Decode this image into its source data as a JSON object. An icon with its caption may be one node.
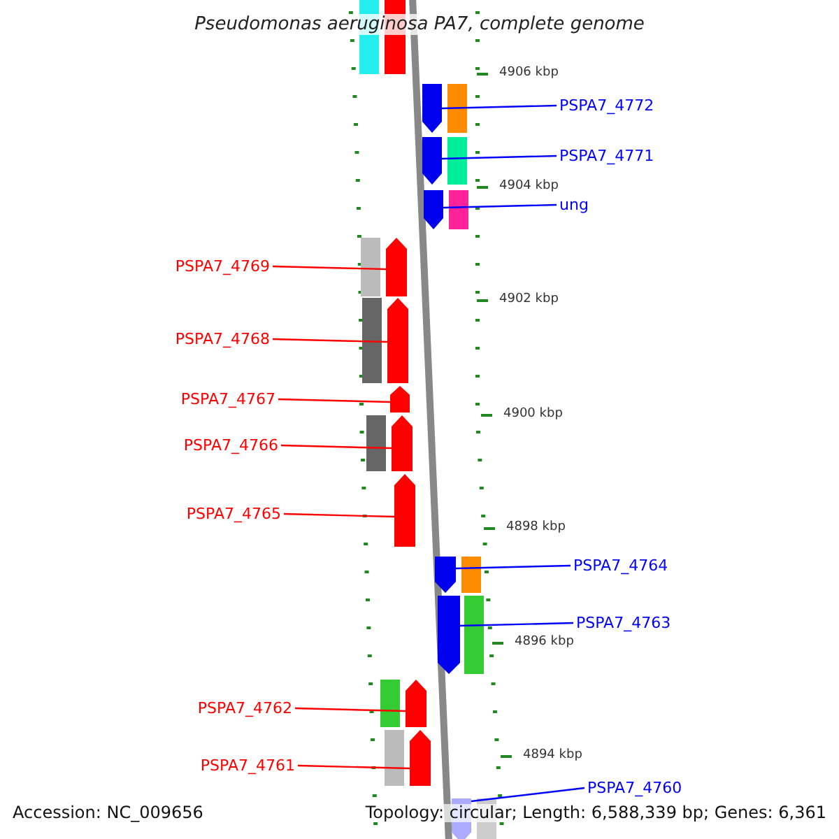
{
  "diagram": {
    "title": "Pseudomonas aeruginosa PA7, complete genome",
    "nodes": [
      {
        "text": [],
        "shape": "arrow"
      },
      {
        "text": [
          "PSPA7_4772"
        ]
      },
      {
        "text": [],
        "shape": "arrow"
      },
      {
        "text": [
          "PSPA7_4771"
        ]
      },
      {
        "text": [],
        "shape": "arrow"
      },
      {
        "text": [
          "ung"
        ]
      },
      {
        "text": [],
        "shape": "arrow"
      },
      {
        "text": [
          "PSPA7_4769"
        ]
      },
      {
        "text": [],
        "shape": "arrow"
      },
      {
        "text": [
          "PSPA7_4768"
        ]
      },
      {
        "text": [],
        "shape": "arrow"
      },
      {
        "text": [
          "PSPA7_4767"
        ]
      },
      {
        "text": [],
        "shape": "arrow"
      },
      {
        "text": [
          "PSPA7_4766"
        ]
      },
      {
        "text": [],
        "shape": "arrow"
      },
      {
        "text": [
          "PSPA7_4765"
        ]
      },
      {
        "text": [],
        "shape": "arrow"
      },
      {
        "text": [
          "PSPA7_4764"
        ]
      },
      {
        "text": [],
        "shape": "arrow"
      },
      {
        "text": [
          "PSPA7_4763"
        ]
      },
      {
        "text": [],
        "shape": "arrow"
      },
      {
        "text": [
          "PSPA7_4762"
        ]
      },
      {
        "text": [],
        "shape": "arrow"
      },
      {
        "text": [
          "PSPA7_4761"
        ]
      },
      {
        "text": [],
        "shape": "arrow"
      },
      {
        "text": [
          "PSPA7_4760"
        ]
      },
      {
        "text": [],
        "shape": "arrow"
      }
    ],
    "edges": [
      {
        "from": 1,
        "to": 2,
        "arrow": "none",
        "color": "#0000ff"
      },
      {
        "from": 3,
        "to": 4,
        "arrow": "none",
        "color": "#0000ff"
      },
      {
        "from": 5,
        "to": 6,
        "arrow": "none",
        "color": "#0000ff"
      },
      {
        "from": 7,
        "to": 8,
        "arrow": "none"
      },
      {
        "from": 9,
        "to": 10,
        "arrow": "none"
      },
      {
        "from": 11,
        "to": 12,
        "arrow": "none"
      },
      {
        "from": 13,
        "to": 14,
        "arrow": "none"
      },
      {
        "from": 15,
        "to": 16,
        "arrow": "none"
      },
      {
        "from": 17,
        "to": 18,
        "arrow": "none",
        "color": "#0000ff"
      },
      {
        "from": 19,
        "to": 20,
        "arrow": "none",
        "color": "#0000ff"
      },
      {
        "from": 21,
        "to": 22,
        "arrow": "none"
      },
      {
        "from": 23,
        "to": 24,
        "arrow": "none"
      },
      {
        "from": 25,
        "to": 26,
        "arrow": "none",
        "color": "#0000ff"
      }
    ],
    "labels": [
      "4906 kbp",
      "4904 kbp",
      "4902 kbp",
      "4900 kbp",
      "4898 kbp",
      "4896 kbp",
      "4894 kbp",
      "Accession: NC_009656",
      "Topology: circular; Length: 6,588,339 bp; Genes: 6,361"
    ]
  }
}
